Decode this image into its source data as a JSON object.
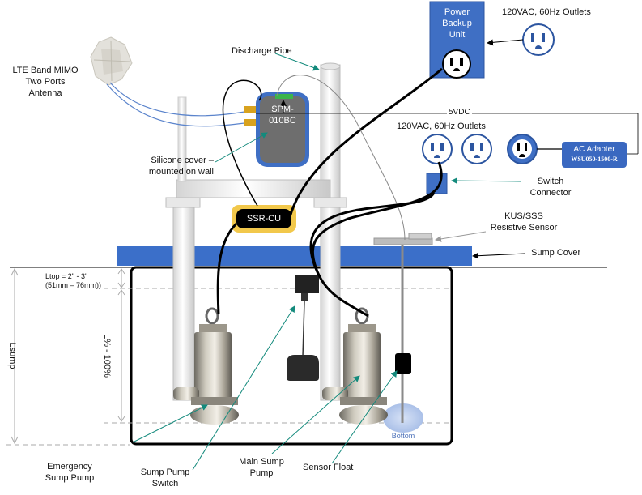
{
  "labels": {
    "antenna": [
      "LTE Band MIMO",
      "Two Ports",
      "Antenna"
    ],
    "discharge_pipe": "Discharge Pipe",
    "power_backup": [
      "Power",
      "Backup",
      "Unit"
    ],
    "outlets_top": "120VAC, 60Hz Outlets",
    "five_vdc": "5VDC",
    "outlets_mid": "120VAC, 60Hz Outlets",
    "ac_adapter": "AC Adapter",
    "ac_adapter_model": "WSU050-1500-R",
    "spm": [
      "SPM-",
      "010BC"
    ],
    "silicone": [
      "Silicone cover –",
      "mounted on wall"
    ],
    "switch_connector": [
      "Switch",
      "Connector"
    ],
    "ssr_cu": "SSR-CU",
    "kus_sss": [
      "KUS/SSS",
      "Resistive Sensor"
    ],
    "sump_cover": "Sump Cover",
    "ltop": [
      "Ltop = 2\" - 3\"",
      "(51mm – 76mm))"
    ],
    "l_percent": "L% - 100%",
    "lsump": "Lsump",
    "bottom": "Bottom",
    "emergency": [
      "Emergency",
      "Sump Pump"
    ],
    "sump_switch": [
      "Sump Pump",
      "Switch"
    ],
    "main_pump": [
      "Main Sump",
      "Pump"
    ],
    "sensor_float": "Sensor Float"
  },
  "colors": {
    "blue_box": "#3f6fc4",
    "sump_cover": "#3b6fc9",
    "ssr_yellow": "#f2c84b",
    "adapter_blue": "#3a68c0",
    "teal_arrow": "#138a7c"
  }
}
